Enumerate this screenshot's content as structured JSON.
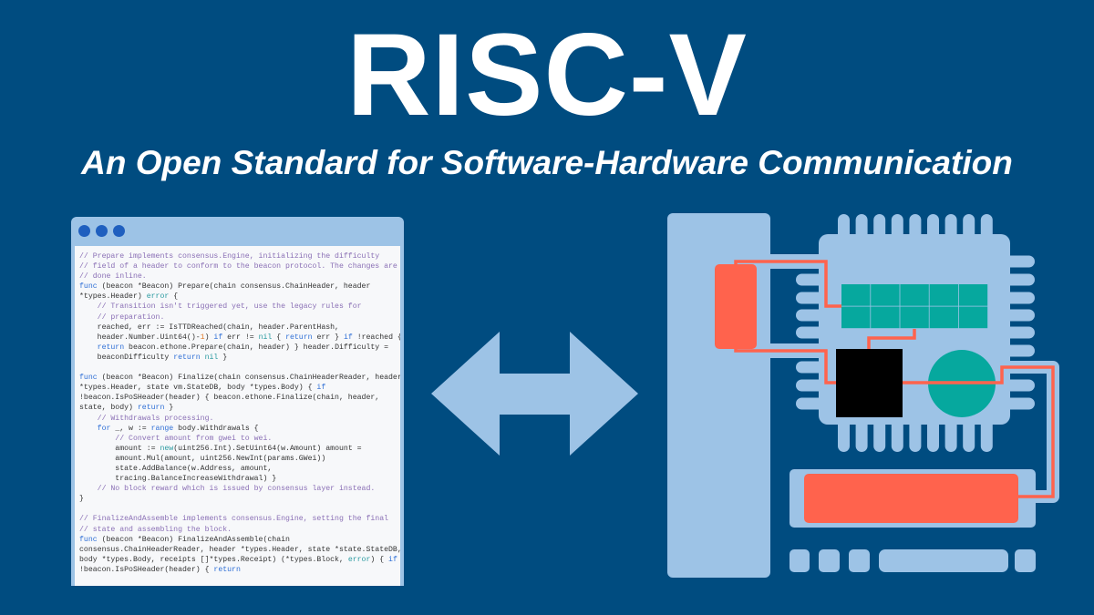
{
  "header": {
    "title": "RISC-V",
    "subtitle": "An Open Standard for Software-Hardware Communication"
  },
  "colors": {
    "background": "#004c80",
    "light_blue": "#9dc3e6",
    "coral": "#ff634d",
    "teal": "#06a89e",
    "black": "#000000"
  },
  "code_window": {
    "lines": [
      [
        [
          "c",
          "// Prepare implements consensus.Engine, initializing the difficulty"
        ]
      ],
      [
        [
          "c",
          "// field of a header to conform to the beacon protocol. The changes are"
        ]
      ],
      [
        [
          "c",
          "// done inline."
        ]
      ],
      [
        [
          "k",
          "func"
        ],
        [
          "p",
          " (beacon *Beacon) Prepare(chain consensus.ChainHeader, header"
        ]
      ],
      [
        [
          "p",
          "*types.Header) "
        ],
        [
          "t",
          "error"
        ],
        [
          "p",
          " {"
        ]
      ],
      [
        [
          "c",
          "    // Transition isn't triggered yet, use the legacy rules for"
        ]
      ],
      [
        [
          "c",
          "    // preparation."
        ]
      ],
      [
        [
          "p",
          "    reached, err := IsTTDReached(chain, header.ParentHash,"
        ]
      ],
      [
        [
          "p",
          "    header.Number.Uint64()-"
        ],
        [
          "n",
          "1"
        ],
        [
          "p",
          ") "
        ],
        [
          "k",
          "if"
        ],
        [
          "p",
          " err != "
        ],
        [
          "t",
          "nil"
        ],
        [
          "p",
          " { "
        ],
        [
          "k",
          "return"
        ],
        [
          "p",
          " err } "
        ],
        [
          "k",
          "if"
        ],
        [
          "p",
          " !reached {"
        ]
      ],
      [
        [
          "k",
          "    return"
        ],
        [
          "p",
          " beacon.ethone.Prepare(chain, header) } header.Difficulty ="
        ]
      ],
      [
        [
          "p",
          "    beaconDifficulty "
        ],
        [
          "k",
          "return"
        ],
        [
          "p",
          " "
        ],
        [
          "t",
          "nil"
        ],
        [
          "p",
          " }"
        ]
      ],
      [
        [
          "p",
          " "
        ]
      ],
      [
        [
          "k",
          "func"
        ],
        [
          "p",
          " (beacon *Beacon) Finalize(chain consensus.ChainHeaderReader, header"
        ]
      ],
      [
        [
          "p",
          "*types.Header, state vm.StateDB, body *types.Body) { "
        ],
        [
          "k",
          "if"
        ]
      ],
      [
        [
          "p",
          "!beacon.IsPoSHeader(header) { beacon.ethone.Finalize(chain, header,"
        ]
      ],
      [
        [
          "p",
          "state, body) "
        ],
        [
          "k",
          "return"
        ],
        [
          "p",
          " }"
        ]
      ],
      [
        [
          "c",
          "    // Withdrawals processing."
        ]
      ],
      [
        [
          "k",
          "    for"
        ],
        [
          "p",
          " _, w := "
        ],
        [
          "k",
          "range"
        ],
        [
          "p",
          " body.Withdrawals {"
        ]
      ],
      [
        [
          "c",
          "        // Convert amount from gwei to wei."
        ]
      ],
      [
        [
          "p",
          "        amount := "
        ],
        [
          "t",
          "new"
        ],
        [
          "p",
          "(uint256.Int).SetUint64(w.Amount) amount ="
        ]
      ],
      [
        [
          "p",
          "        amount.Mul(amount, uint256.NewInt(params.GWei))"
        ]
      ],
      [
        [
          "p",
          "        state.AddBalance(w.Address, amount,"
        ]
      ],
      [
        [
          "p",
          "        tracing.BalanceIncreaseWithdrawal) }"
        ]
      ],
      [
        [
          "c",
          "    // No block reward which is issued by consensus layer instead."
        ]
      ],
      [
        [
          "p",
          "}"
        ]
      ],
      [
        [
          "p",
          " "
        ]
      ],
      [
        [
          "c",
          "// FinalizeAndAssemble implements consensus.Engine, setting the final"
        ]
      ],
      [
        [
          "c",
          "// state and assembling the block."
        ]
      ],
      [
        [
          "k",
          "func"
        ],
        [
          "p",
          " (beacon *Beacon) FinalizeAndAssemble(chain"
        ]
      ],
      [
        [
          "p",
          "consensus.ChainHeaderReader, header *types.Header, state *state.StateDB,"
        ]
      ],
      [
        [
          "p",
          "body *types.Body, receipts []*types.Receipt) (*types.Block, "
        ],
        [
          "t",
          "error"
        ],
        [
          "p",
          ") { "
        ],
        [
          "k",
          "if"
        ]
      ],
      [
        [
          "p",
          "!beacon.IsPoSHeader(header) { "
        ],
        [
          "k",
          "return"
        ]
      ]
    ]
  },
  "icons": {
    "arrow": "double-headed-arrow-icon",
    "hardware": "circuit-board-chip-icon",
    "window_dots": "window-control-dots-icon"
  }
}
